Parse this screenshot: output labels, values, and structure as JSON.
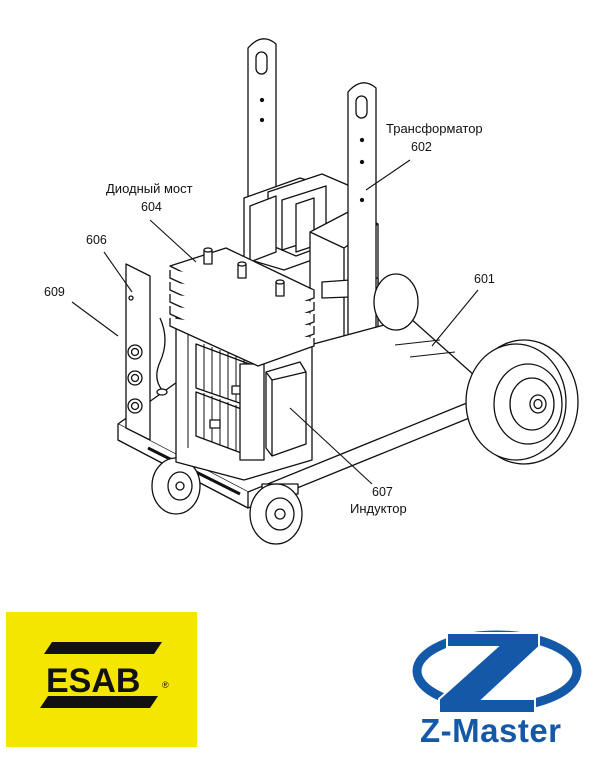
{
  "labels": {
    "transformer": "Трансформатор",
    "transformer_num": "602",
    "diode_bridge": "Диодный мост",
    "diode_bridge_num": "604",
    "part_606": "606",
    "part_609": "609",
    "part_601": "601",
    "inductor_num": "607",
    "inductor": "Индуктор"
  },
  "logos": {
    "esab_text": "ESAB",
    "esab_mark": "®",
    "zmaster_text": "Z-Master",
    "esab_color": "#f5e600",
    "zmaster_color": "#1458a8"
  }
}
